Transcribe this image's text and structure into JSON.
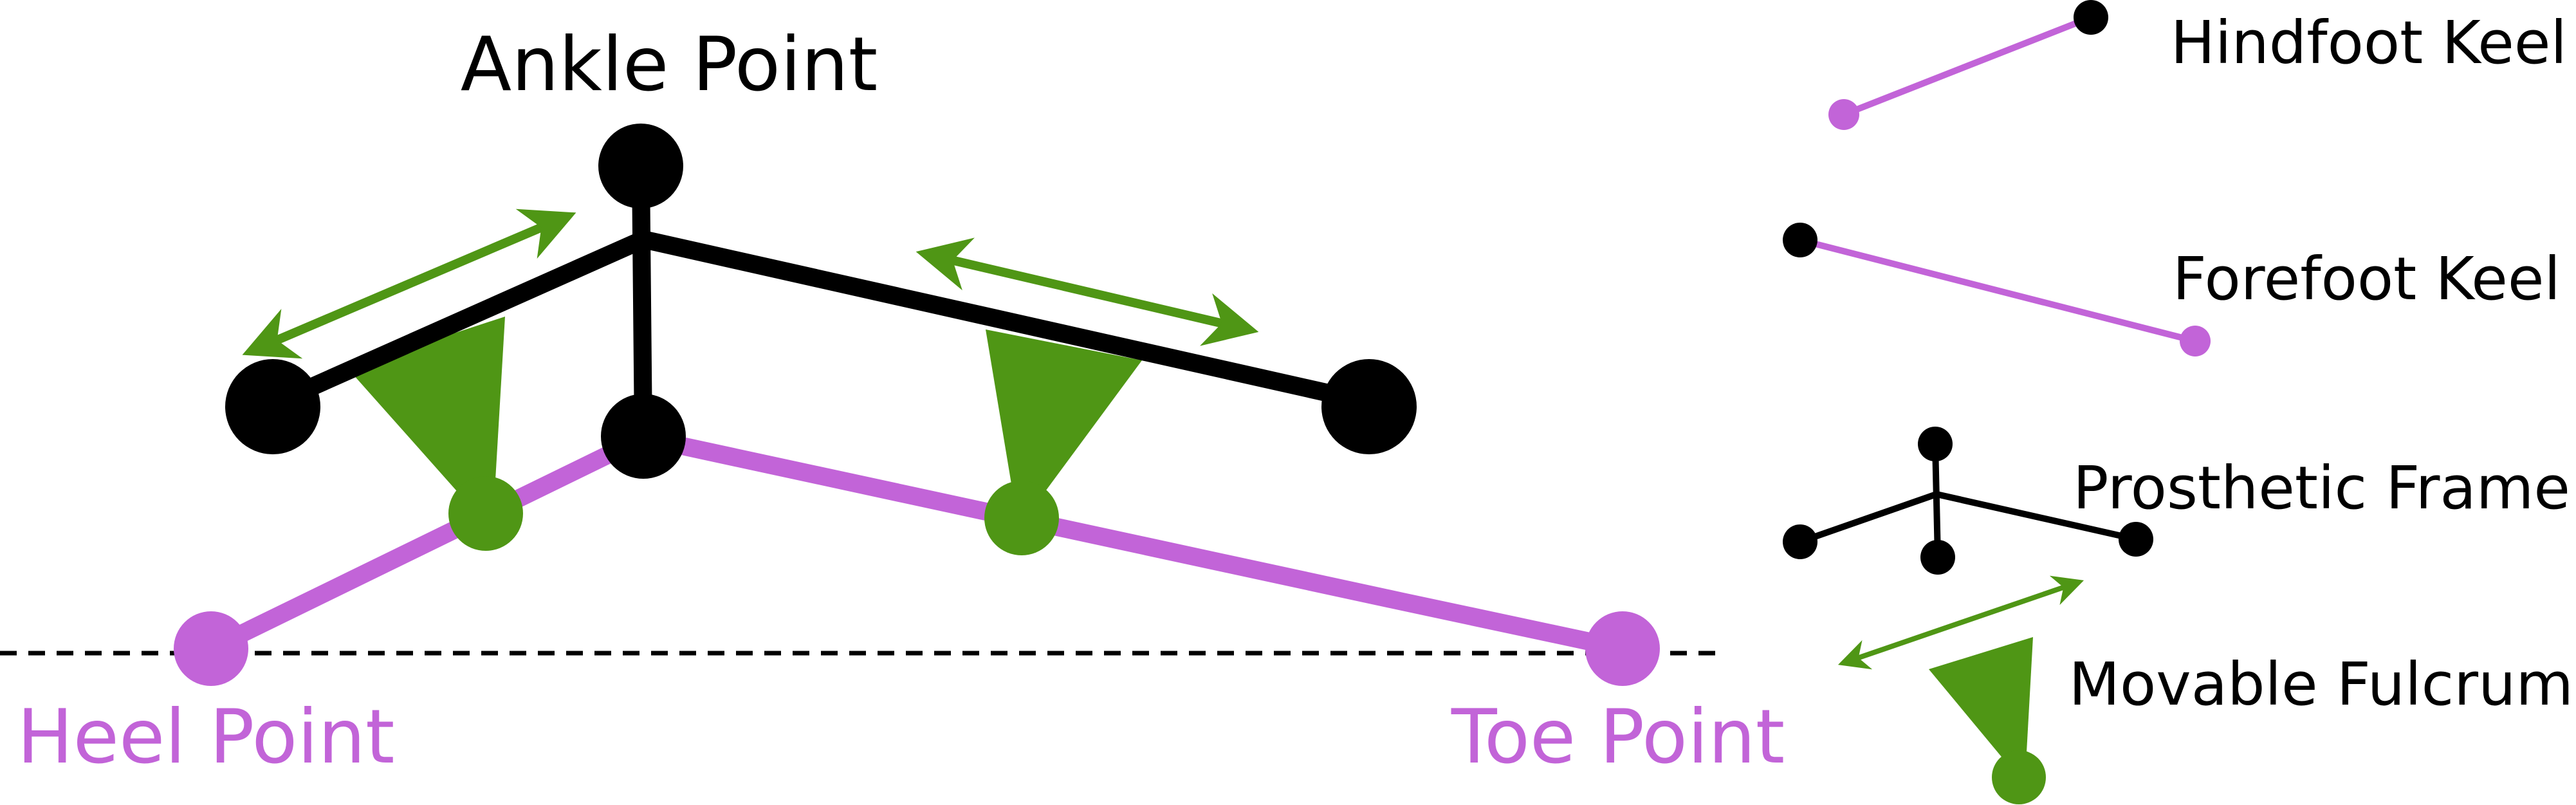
{
  "colors": {
    "keel": "#c264d8",
    "frame": "#000000",
    "fulcrum": "#4f9615",
    "ground": "#000000"
  },
  "labels": {
    "ankle_point": "Ankle Point",
    "heel_point": "Heel Point",
    "toe_point": "Toe Point"
  },
  "legend": {
    "hindfoot_keel": "Hindfoot Keel",
    "forefoot_keel": "Forefoot Keel",
    "prosthetic_frame": "Prosthetic Frame",
    "movable_fulcrum": "Movable Fulcrum"
  }
}
